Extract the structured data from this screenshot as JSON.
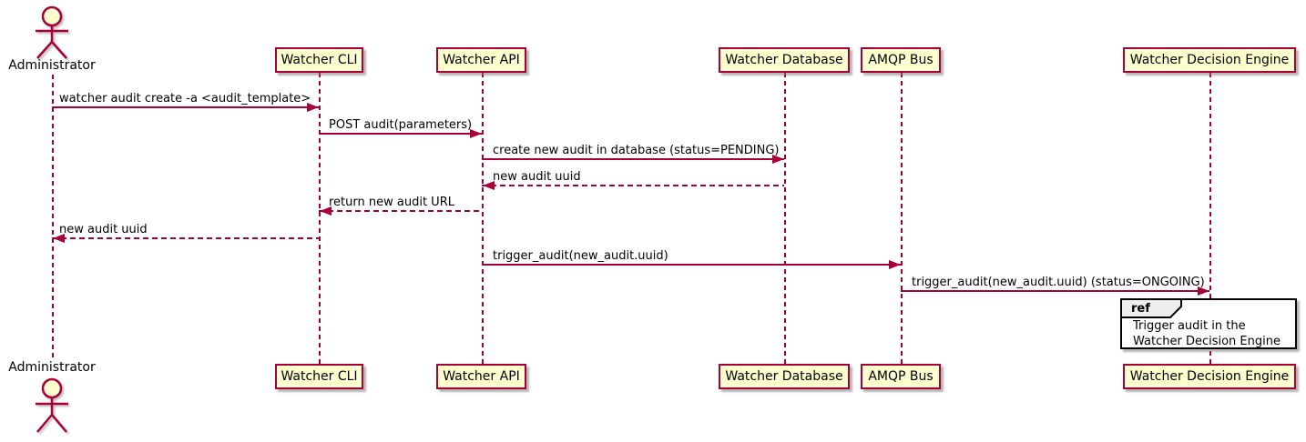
{
  "diagram_type": "plantuml-sequence",
  "actor": {
    "name": "Administrator"
  },
  "participants": [
    {
      "label": "Watcher CLI"
    },
    {
      "label": "Watcher API"
    },
    {
      "label": "Watcher Database"
    },
    {
      "label": "AMQP Bus"
    },
    {
      "label": "Watcher Decision Engine"
    }
  ],
  "messages": [
    {
      "from": "Administrator",
      "to": "Watcher CLI",
      "label": "watcher audit create -a <audit_template>",
      "style": "solid",
      "direction": "right"
    },
    {
      "from": "Watcher CLI",
      "to": "Watcher API",
      "label": "POST audit(parameters)",
      "style": "solid",
      "direction": "right"
    },
    {
      "from": "Watcher API",
      "to": "Watcher Database",
      "label": "create new audit in database (status=PENDING)",
      "style": "solid",
      "direction": "right"
    },
    {
      "from": "Watcher Database",
      "to": "Watcher API",
      "label": "new audit uuid",
      "style": "dashed",
      "direction": "left"
    },
    {
      "from": "Watcher API",
      "to": "Watcher CLI",
      "label": "return new audit URL",
      "style": "dashed",
      "direction": "left"
    },
    {
      "from": "Watcher CLI",
      "to": "Administrator",
      "label": "new audit uuid",
      "style": "dashed",
      "direction": "left"
    },
    {
      "from": "Watcher API",
      "to": "AMQP Bus",
      "label": "trigger_audit(new_audit.uuid)",
      "style": "solid",
      "direction": "right"
    },
    {
      "from": "AMQP Bus",
      "to": "Watcher Decision Engine",
      "label": "trigger_audit(new_audit.uuid) (status=ONGOING)",
      "style": "solid",
      "direction": "right"
    }
  ],
  "ref": {
    "tab_label": "ref",
    "lines": [
      "Trigger audit in the",
      "Watcher Decision Engine"
    ],
    "over": "Watcher Decision Engine"
  },
  "colors": {
    "participant_fill": "#FEFECE",
    "participant_border": "#A80036",
    "lifeline": "#A80036",
    "arrow": "#A80036",
    "text": "#000000",
    "ref_border": "#000000",
    "ref_tab_fill": "#EEEEEE",
    "background": "#FFFFFF"
  }
}
